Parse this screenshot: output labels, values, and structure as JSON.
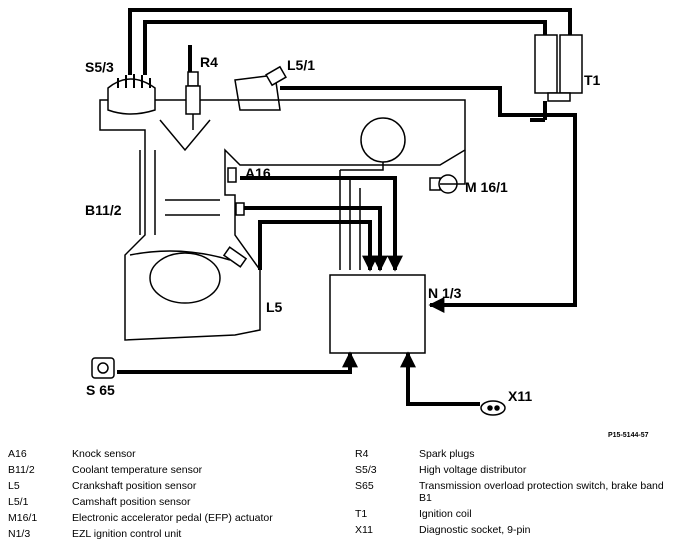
{
  "diagram": {
    "component_labels": {
      "S5_3": "S5/3",
      "R4": "R4",
      "L5_1": "L5/1",
      "T1": "T1",
      "A16": "A16",
      "M16_1": "M 16/1",
      "B11_2": "B11/2",
      "N1_3": "N 1/3",
      "L5": "L5",
      "S65": "S 65",
      "X11": "X11"
    },
    "figure_id": "P15-5144-57"
  },
  "legend": {
    "left": [
      {
        "code": "A16",
        "desc": "Knock sensor"
      },
      {
        "code": "B11/2",
        "desc": "Coolant temperature sensor"
      },
      {
        "code": "L5",
        "desc": "Crankshaft position sensor"
      },
      {
        "code": "L5/1",
        "desc": "Camshaft position sensor"
      },
      {
        "code": "M16/1",
        "desc": "Electronic accelerator pedal (EFP) actuator"
      },
      {
        "code": "N1/3",
        "desc": "EZL ignition control unit"
      }
    ],
    "right": [
      {
        "code": "R4",
        "desc": "Spark plugs"
      },
      {
        "code": "S5/3",
        "desc": "High voltage distributor"
      },
      {
        "code": "S65",
        "desc": "Transmission overload protection switch, brake band",
        "desc2": "B1"
      },
      {
        "code": "T1",
        "desc": "Ignition coil"
      },
      {
        "code": "X11",
        "desc": "Diagnostic socket, 9-pin"
      }
    ]
  }
}
